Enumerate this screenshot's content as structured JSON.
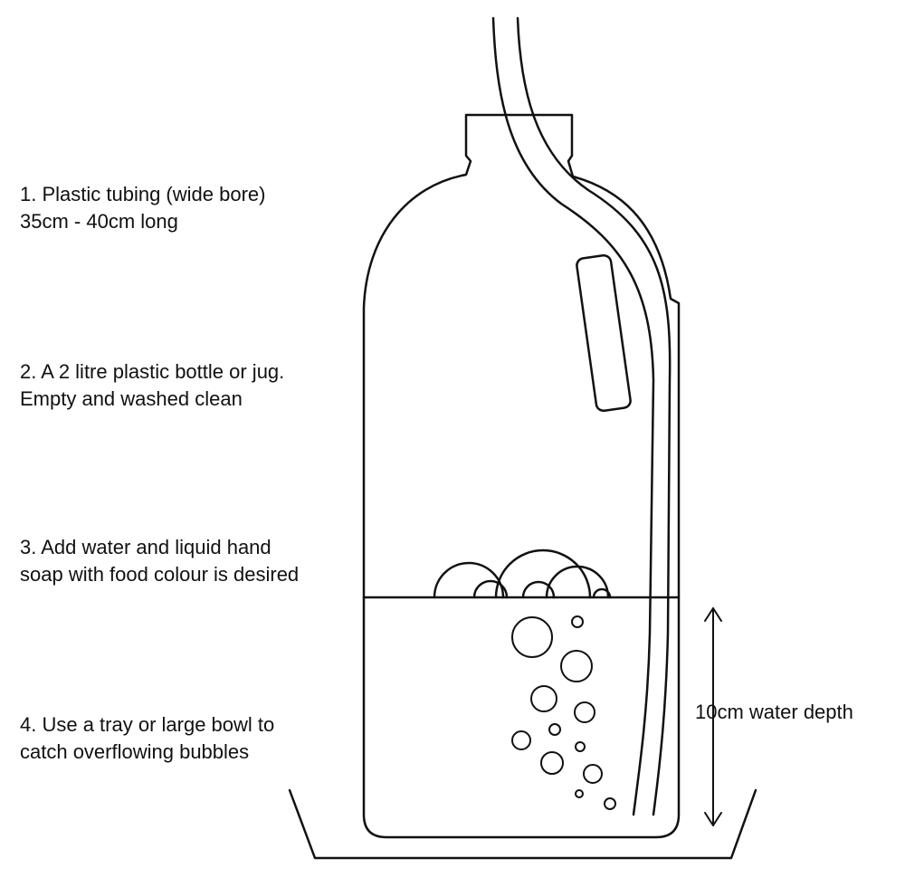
{
  "labels": {
    "item1": {
      "line1": "1. Plastic tubing (wide bore)",
      "line2": "35cm - 40cm long"
    },
    "item2": {
      "line1": "2. A 2 litre plastic bottle or jug.",
      "line2": "Empty and washed clean"
    },
    "item3": {
      "line1": "3. Add water and liquid hand",
      "line2": "soap with food colour is desired"
    },
    "item4": {
      "line1": "4. Use a tray or large bowl to",
      "line2": "catch overflowing bubbles"
    }
  },
  "depth_label": "10cm water depth",
  "colors": {
    "line": "#111111",
    "background": "#ffffff"
  }
}
